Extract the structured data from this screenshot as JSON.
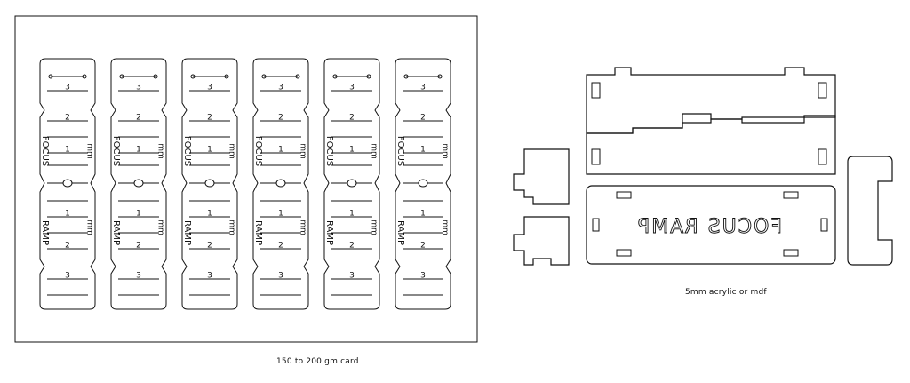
{
  "card_sheet": {
    "caption": "150 to 200 gm card",
    "strip_count": 6,
    "scale_top": [
      "3",
      "2",
      "1"
    ],
    "scale_bottom": [
      "1",
      "2",
      "3"
    ],
    "label_focus": "FOCUS",
    "label_ramp": "RAMP",
    "unit": "mm"
  },
  "acrylic_parts": {
    "caption": "5mm acrylic or mdf",
    "engraving": "FOCUS RAMP"
  }
}
